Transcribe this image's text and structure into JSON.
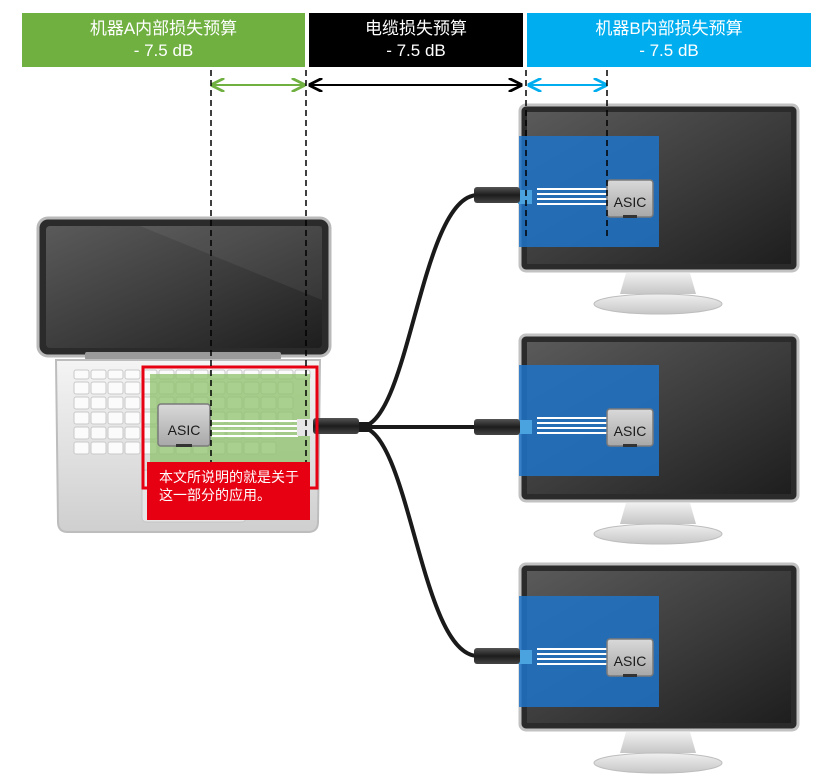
{
  "headers": {
    "machine_a": {
      "title": "机器A内部损失预算",
      "value": "- 7.5 dB",
      "color": "#6fb041"
    },
    "cable": {
      "title": "电缆损失预算",
      "value": "- 7.5 dB",
      "color": "#000000"
    },
    "machine_b": {
      "title": "机器B内部损失预算",
      "value": "- 7.5 dB",
      "color": "#00aeef"
    }
  },
  "laptop": {
    "asic_label": "ASIC",
    "note": "本文所说明的就是关于这一部分的应用。",
    "highlight_color": "#8dc26a",
    "note_color": "#e60012"
  },
  "monitors": [
    {
      "asic_label": "ASIC"
    },
    {
      "asic_label": "ASIC"
    },
    {
      "asic_label": "ASIC"
    }
  ],
  "colors": {
    "monitor_overlay": "#1e73c8",
    "cable": "#1a1a1a"
  }
}
